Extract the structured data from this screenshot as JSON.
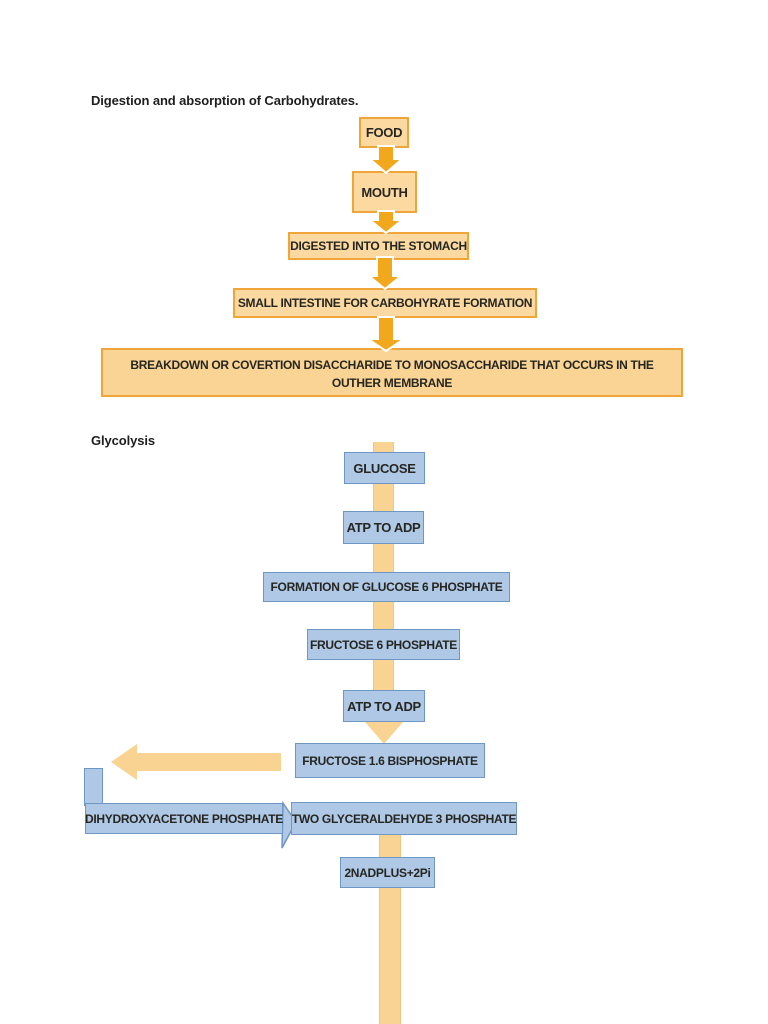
{
  "colors": {
    "orange_box_fill": "#FBD9A1",
    "orange_big_box_fill": "#FAD494",
    "orange_box_border": "#F0A53A",
    "orange_arrow": "#F2A81C",
    "blue_box_fill": "#AEC8E6",
    "blue_box_border": "#6E97C4",
    "tan_connector": "#F8D392",
    "label_text": "#262621",
    "title_text": "#1E1E1E"
  },
  "digestion": {
    "title": "Digestion and absorption of Carbohydrates.",
    "nodes": [
      {
        "label": "FOOD"
      },
      {
        "label": "MOUTH"
      },
      {
        "label": "DIGESTED INTO THE STOMACH"
      },
      {
        "label": "SMALL INTESTINE FOR CARBOHYRATE FORMATION"
      },
      {
        "label": "BREAKDOWN OR COVERTION DISACCHARIDE TO MONOSACCHARIDE THAT OCCURS IN THE OUTHER MEMBRANE"
      }
    ]
  },
  "glycolysis": {
    "title": "Glycolysis",
    "nodes": [
      {
        "label": "GLUCOSE"
      },
      {
        "label": "ATP TO ADP"
      },
      {
        "label": "FORMATION OF GLUCOSE 6 PHOSPHATE"
      },
      {
        "label": "FRUCTOSE 6 PHOSPHATE"
      },
      {
        "label": "ATP TO ADP"
      },
      {
        "label": "FRUCTOSE 1.6 BISPHOSPHATE"
      },
      {
        "label": "DIHYDROXYACETONE PHOSPHATE"
      },
      {
        "label": "TWO GLYCERALDEHYDE 3 PHOSPHATE"
      },
      {
        "label": "2NADPLUS+2Pi"
      }
    ]
  }
}
